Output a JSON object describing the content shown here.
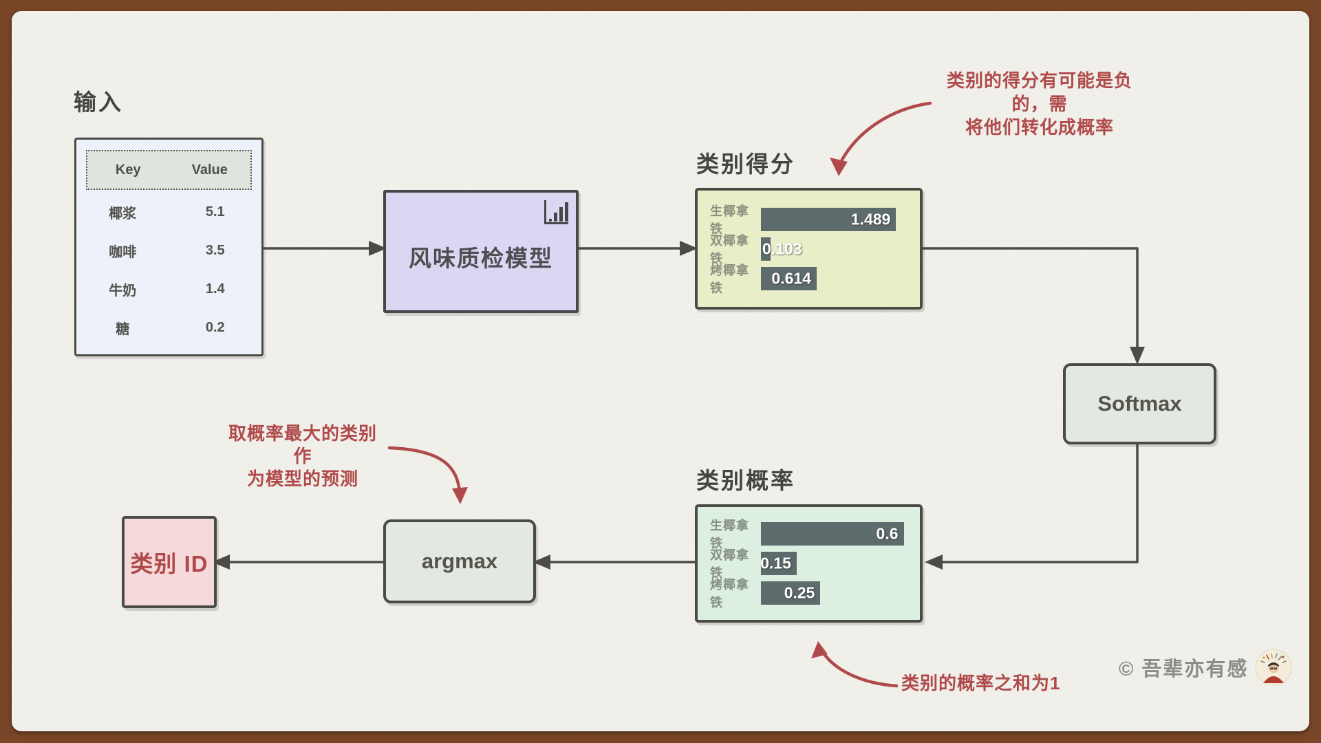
{
  "page": {
    "frame_color": "#784526",
    "paper_color": "#f1f0ea",
    "accent_red": "#b04a4a",
    "bar_color": "#5e6b6c",
    "arrow_color": "#4c4b45"
  },
  "input_section": {
    "title": "输入",
    "table": {
      "headers": [
        "Key",
        "Value"
      ],
      "rows": [
        {
          "key": "椰浆",
          "value": "5.1"
        },
        {
          "key": "咖啡",
          "value": "3.5"
        },
        {
          "key": "牛奶",
          "value": "1.4"
        },
        {
          "key": "糖",
          "value": "0.2"
        }
      ]
    }
  },
  "model_box": {
    "label": "风味质检模型",
    "icon": "bar-chart-icon"
  },
  "softmax_box": {
    "label": "Softmax"
  },
  "argmax_box": {
    "label": "argmax"
  },
  "class_id_box": {
    "label": "类别 ID"
  },
  "chart_data": [
    {
      "id": "score_chart",
      "type": "bar",
      "title": "类别得分",
      "categories": [
        "生椰拿铁",
        "双椰拿铁",
        "烤椰拿铁"
      ],
      "values": [
        1.489,
        0.103,
        0.614
      ],
      "value_labels": [
        "1.489",
        "0.103",
        "0.614"
      ],
      "xlim": [
        0,
        1.6
      ],
      "orientation": "horizontal",
      "bar_color": "#5e6b6c",
      "box_color": "#e9edc8"
    },
    {
      "id": "prob_chart",
      "type": "bar",
      "title": "类别概率",
      "categories": [
        "生椰拿铁",
        "双椰拿铁",
        "烤椰拿铁"
      ],
      "values": [
        0.6,
        0.15,
        0.25
      ],
      "value_labels": [
        "0.6",
        "0.15",
        "0.25"
      ],
      "xlim": [
        0,
        0.61
      ],
      "orientation": "horizontal",
      "bar_color": "#5e6b6c",
      "box_color": "#ddefe0"
    }
  ],
  "annotations": {
    "score_note_line1": "类别的得分有可能是负的，需",
    "score_note_line2": "将他们转化成概率",
    "argmax_note_line1": "取概率最大的类别作",
    "argmax_note_line2": "为模型的预测",
    "prob_note": "类别的概率之和为1"
  },
  "watermark": {
    "text": "© 吾辈亦有感",
    "avatar": "author-avatar"
  }
}
